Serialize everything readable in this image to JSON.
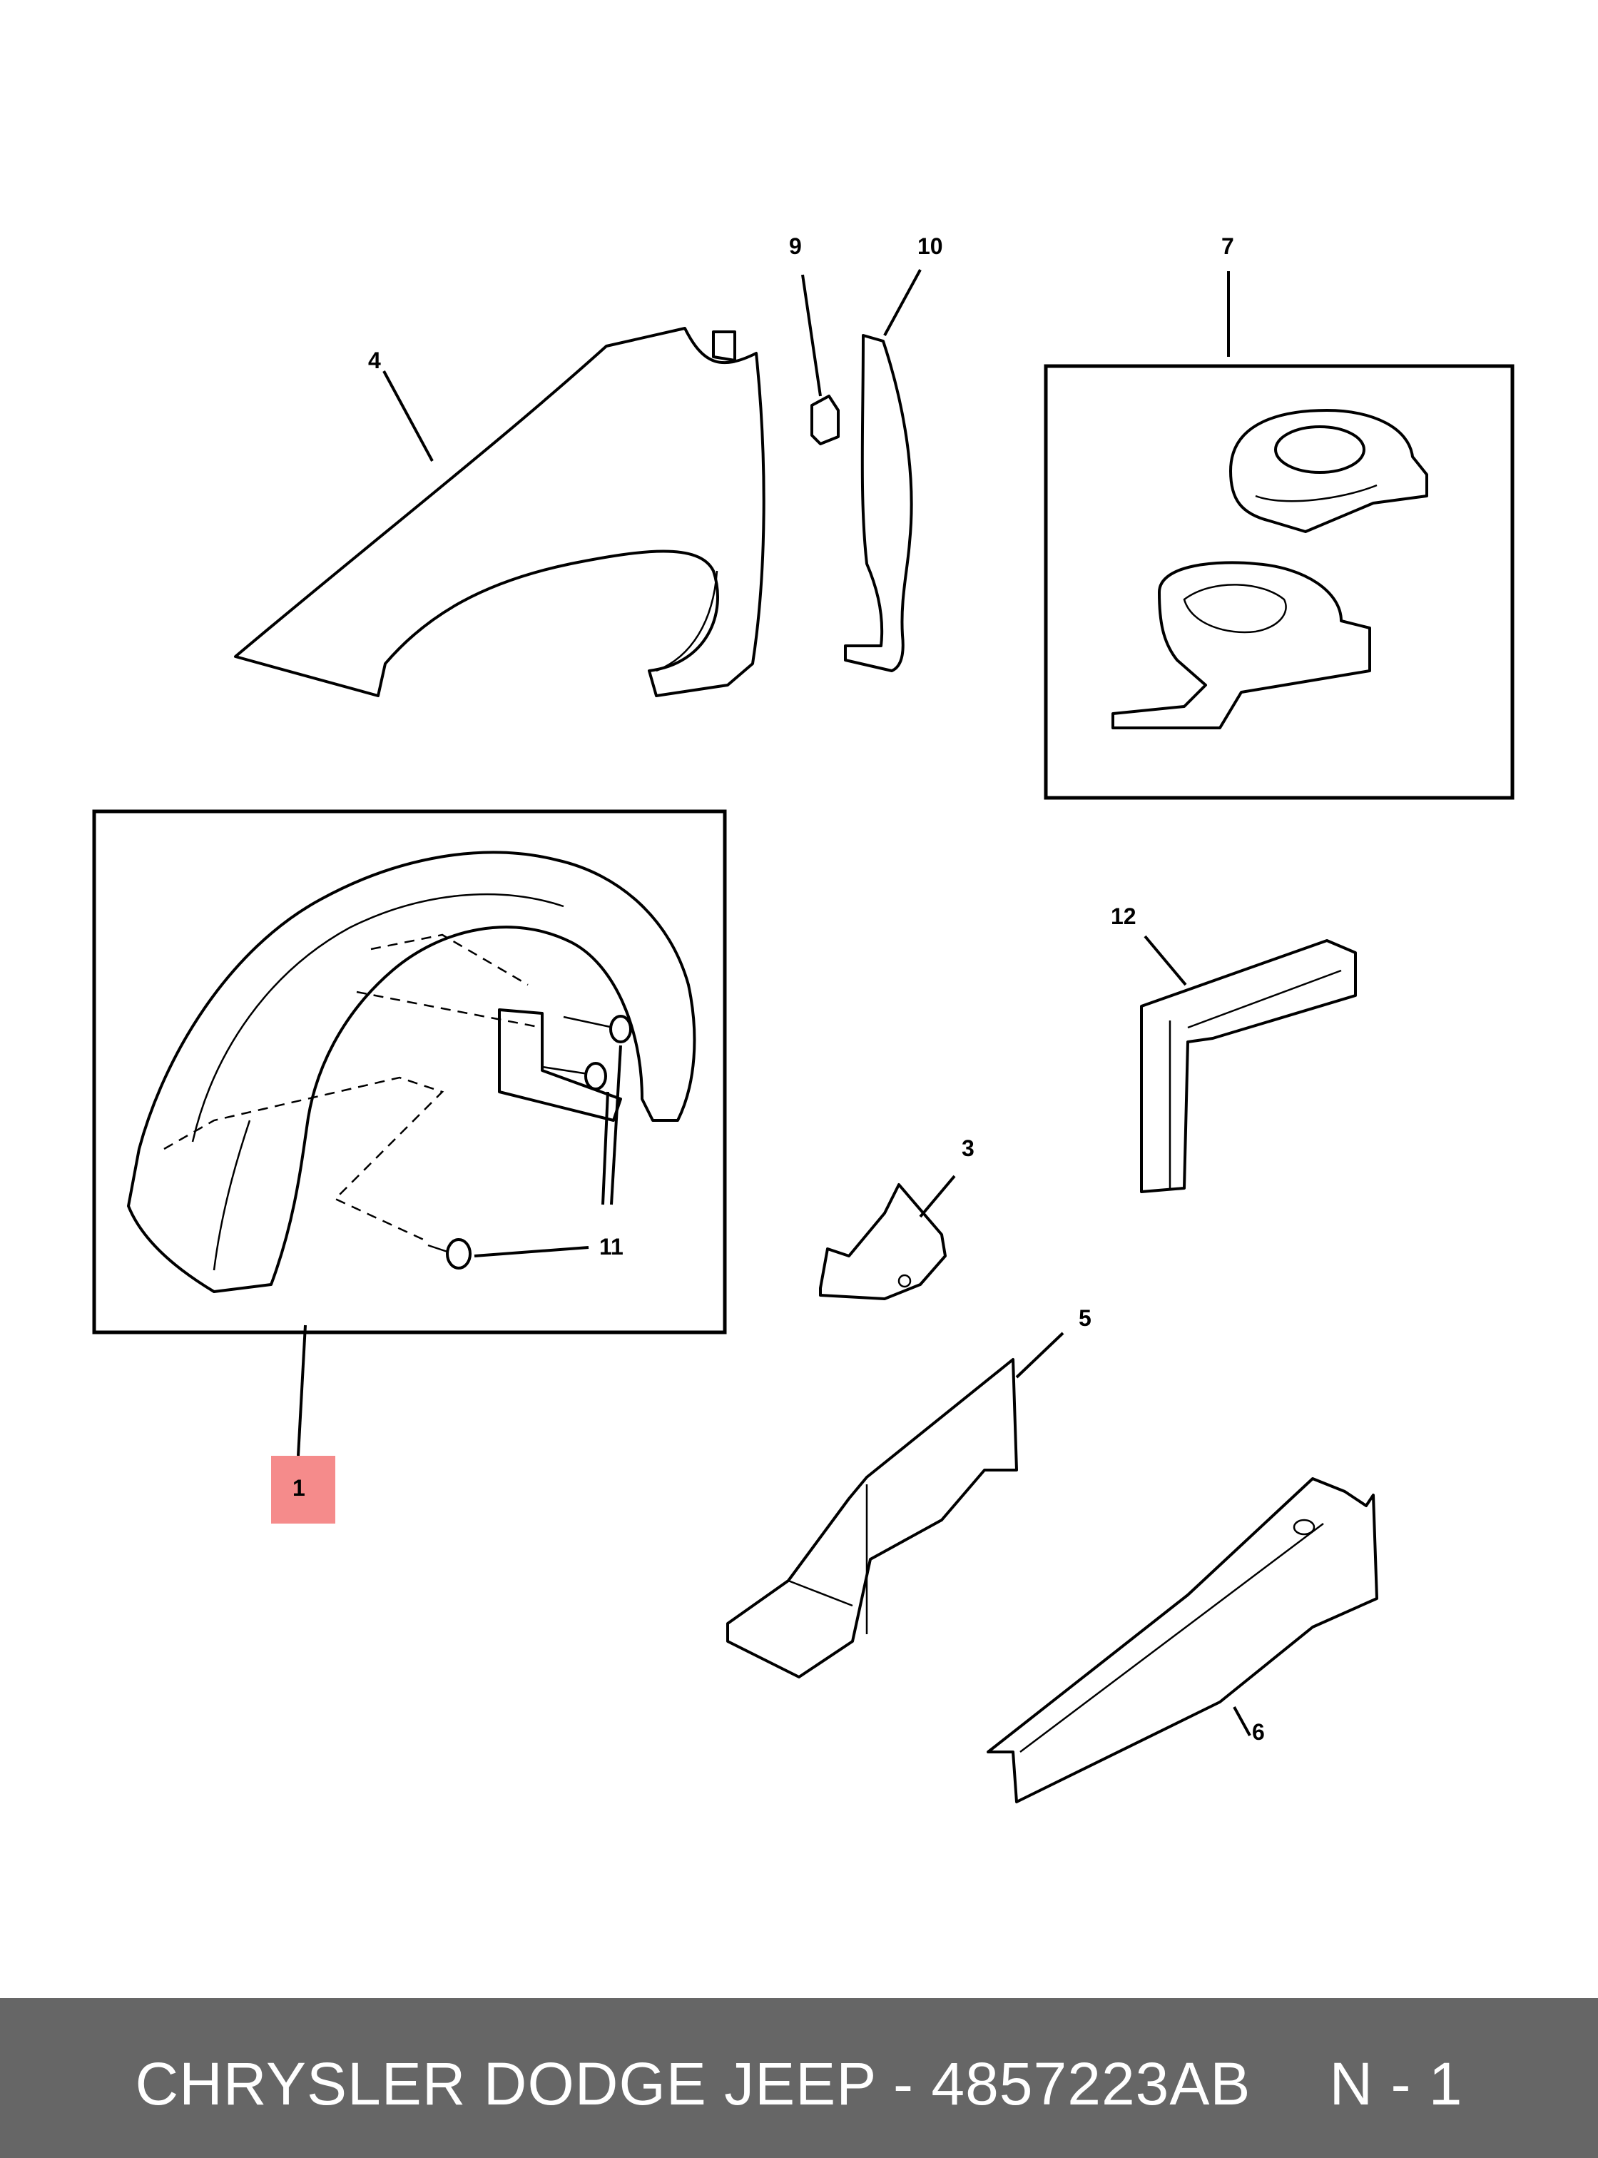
{
  "callouts": {
    "c1": "1",
    "c3": "3",
    "c4": "4",
    "c5": "5",
    "c6": "6",
    "c7": "7",
    "c9": "9",
    "c10": "10",
    "c11a": "11",
    "c12": "12"
  },
  "highlight_color": "#f58b8b",
  "footer": {
    "brand": "CHRYSLER DODGE JEEP",
    "separator": " - ",
    "part_number": "4857223AB",
    "page": "N - 1"
  }
}
